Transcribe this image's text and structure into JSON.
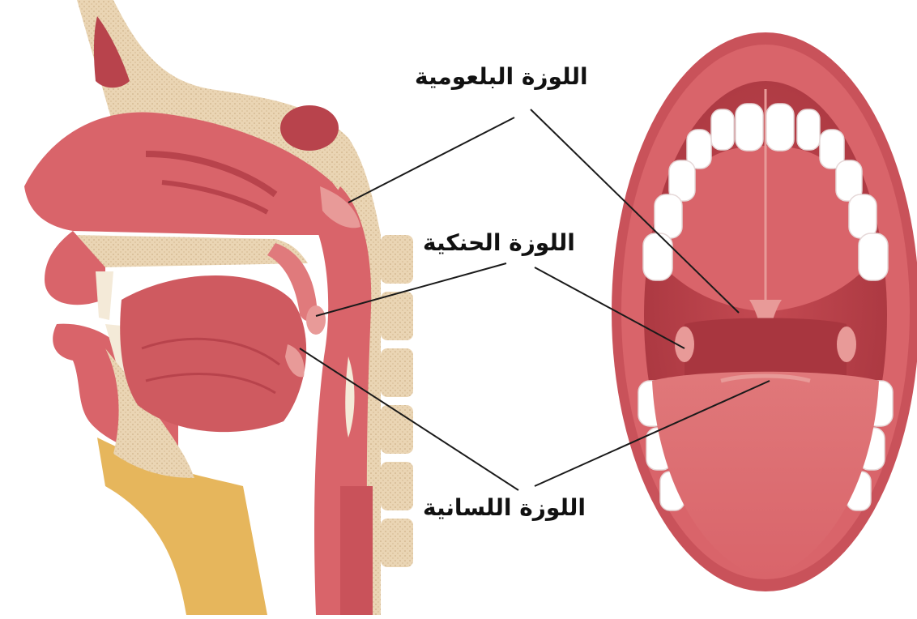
{
  "labels": {
    "adenoid": "اللوزة البلعومية",
    "palatine": "اللوزة الحنكية",
    "lingual": "اللوزة اللسانية"
  },
  "colors": {
    "tissue": "#d9646a",
    "tissue_dark": "#b8434c",
    "tissue_light": "#e89a98",
    "bone": "#e8d2b0",
    "skin": "#e6b65c",
    "teeth": "#ffffff",
    "lip": "#c9525a",
    "leader_line": "#1a1a1a"
  }
}
